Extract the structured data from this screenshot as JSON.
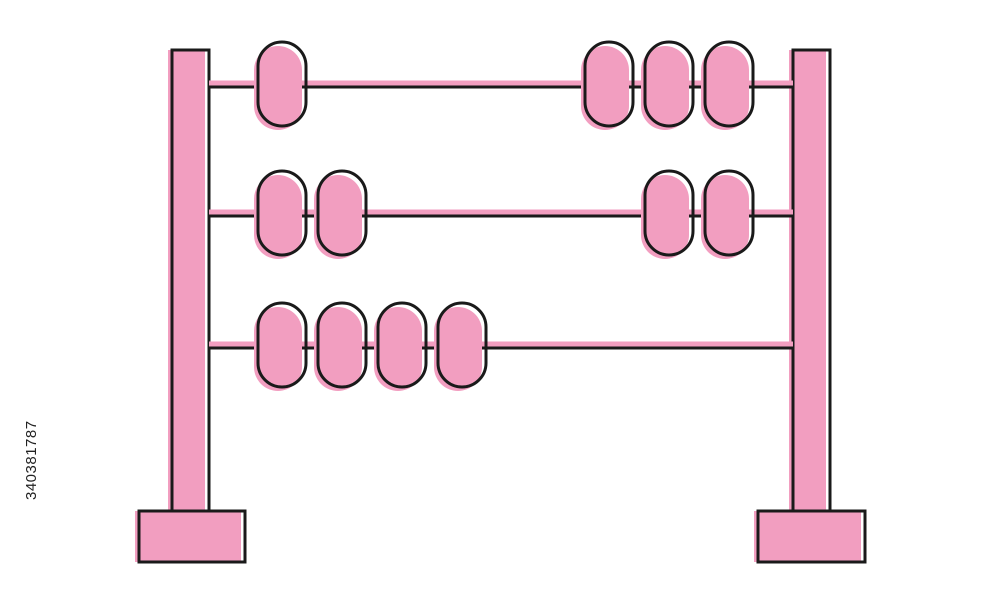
{
  "image": {
    "subject": "abacus-icon",
    "colors": {
      "background": "#ffffff",
      "fill": "#f29ec0",
      "outline": "#1a1a1a"
    },
    "rods": [
      {
        "left_beads": 1,
        "right_beads": 3
      },
      {
        "left_beads": 2,
        "right_beads": 2
      },
      {
        "left_beads": 4,
        "right_beads": 0
      }
    ]
  },
  "watermark": {
    "stock_id": "340381787"
  }
}
